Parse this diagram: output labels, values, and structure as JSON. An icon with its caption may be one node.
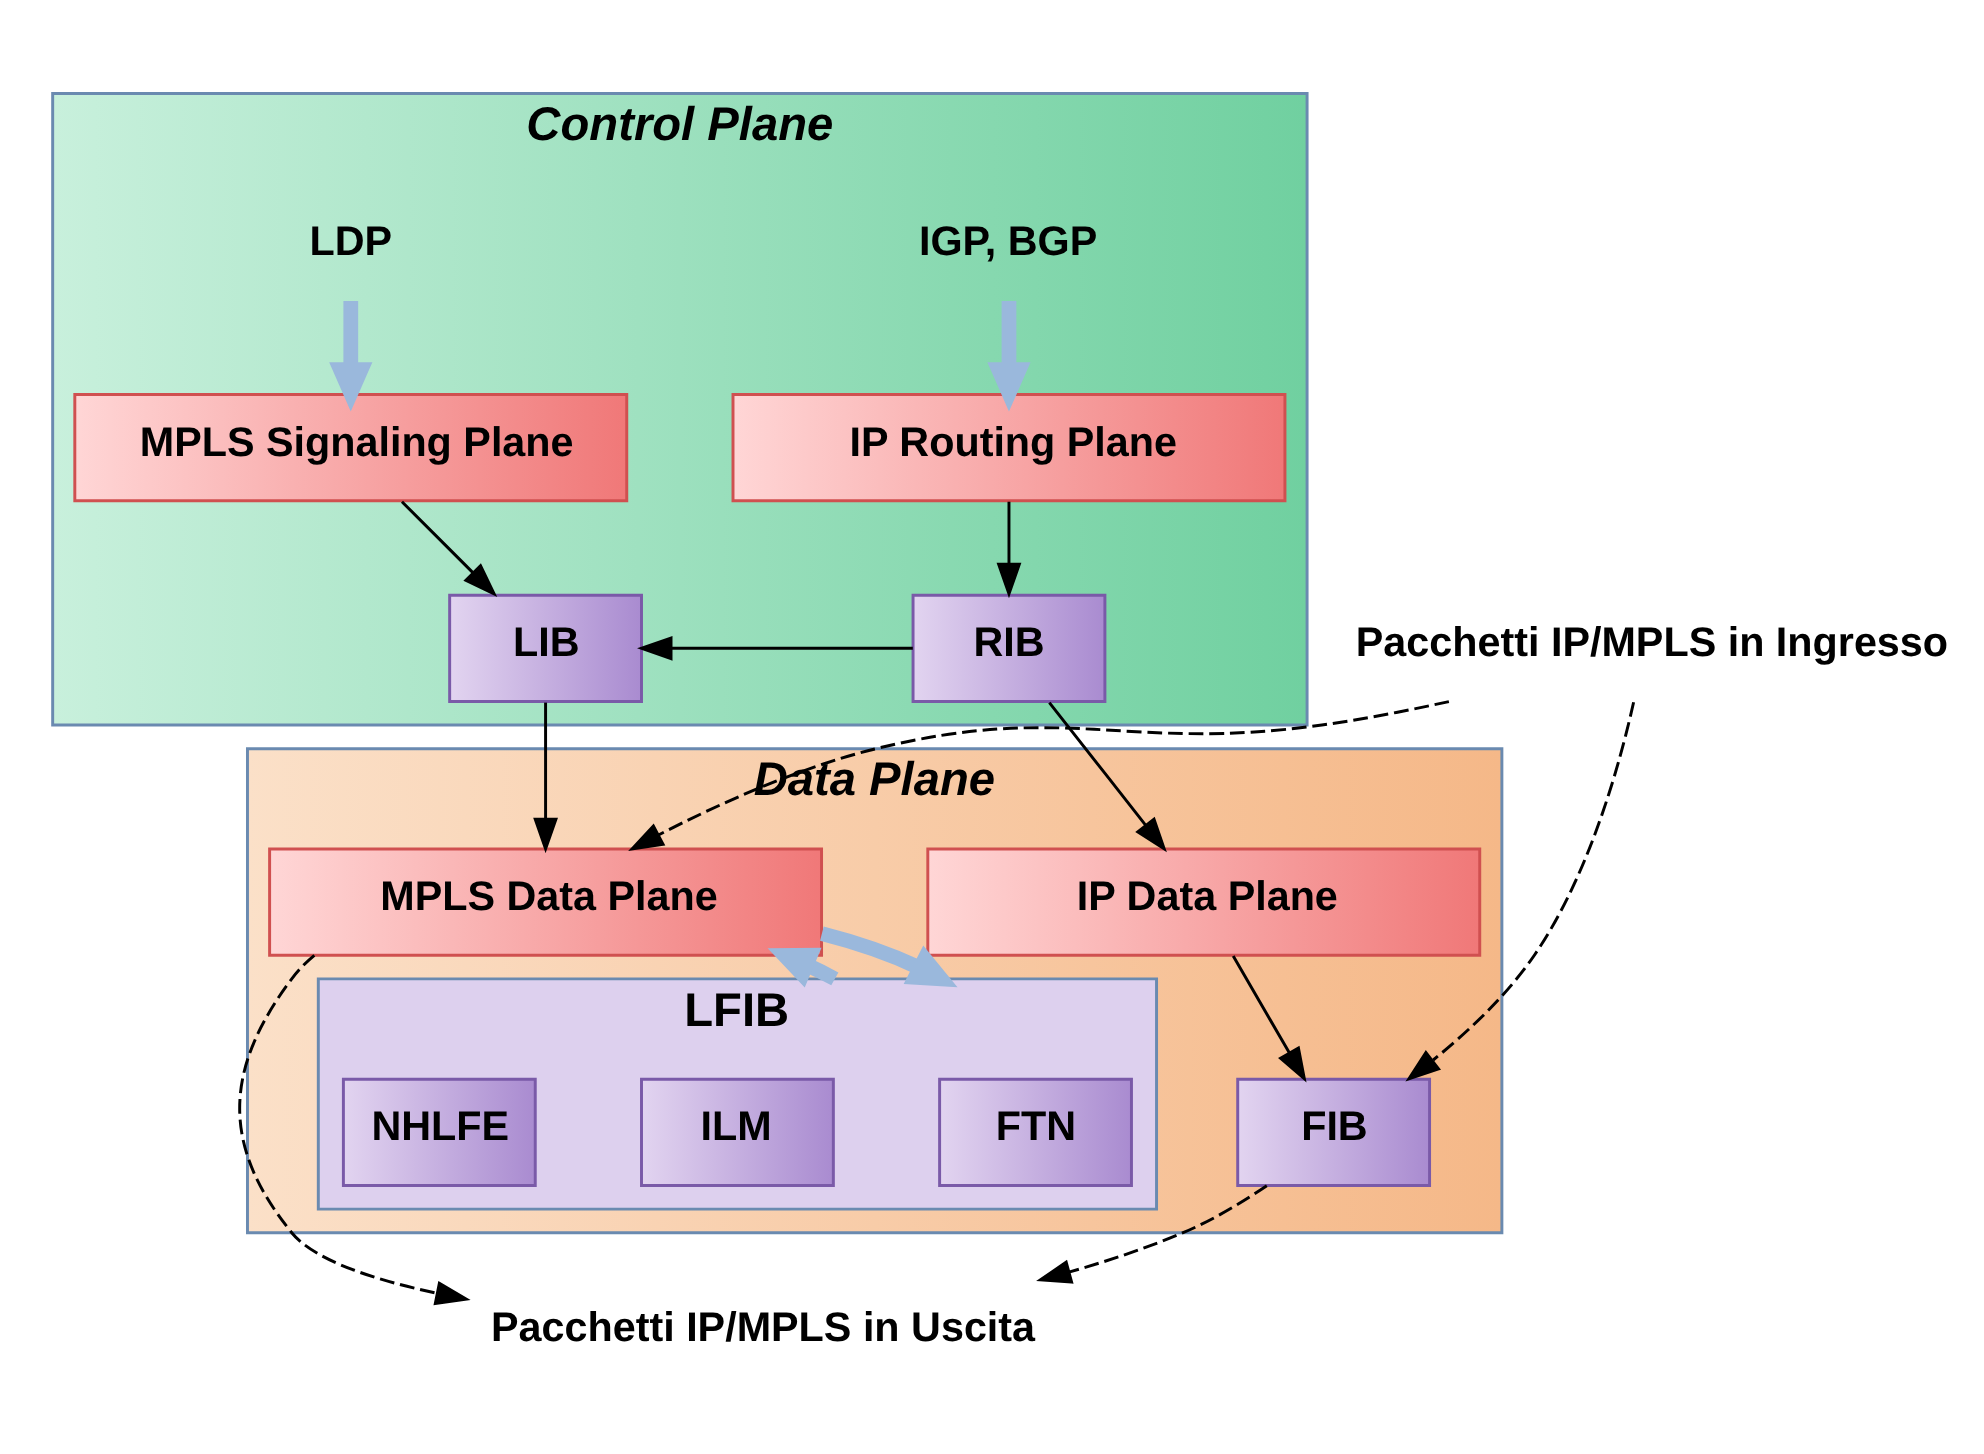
{
  "diagram": {
    "nodes": [
      {
        "text": [
          "Control Plane"
        ]
      },
      {
        "text": [
          "IGP, BGP"
        ],
        "in": 0
      },
      {
        "text": [
          "LDP"
        ],
        "in": 0
      },
      {
        "text": [
          "IP Routing Plane"
        ],
        "in": 0
      },
      {
        "text": [
          "MPLS Signaling Plane"
        ],
        "in": 0
      },
      {
        "text": [
          "RIB"
        ],
        "in": 0
      },
      {
        "text": [
          "LIB"
        ],
        "in": 0
      },
      {
        "text": [
          "Data Plane"
        ]
      },
      {
        "text": [
          "IP Data Plane"
        ],
        "in": 7
      },
      {
        "text": [
          "FIB"
        ],
        "in": 7
      },
      {
        "text": [
          "MPLS Data Plane"
        ],
        "in": 7
      },
      {
        "text": [
          "LFIB"
        ],
        "in": 7
      },
      {
        "text": [
          "FTN"
        ],
        "in": 11
      },
      {
        "text": [
          "ILM"
        ],
        "in": 11
      },
      {
        "text": [
          "NHLFE"
        ],
        "in": 11
      },
      {
        "text": [
          "Pacchetti IP/MPLS in Ingresso"
        ]
      },
      {
        "text": [
          "Pacchetti IP/MPLS in Uscita"
        ]
      }
    ],
    "edges": [
      {
        "from": 1,
        "to": 3,
        "arrow": "to",
        "style": "thick",
        "color": "#9ab8dc"
      },
      {
        "from": 2,
        "to": 4,
        "arrow": "to",
        "style": "thick",
        "color": "#9ab8dc"
      },
      {
        "from": 3,
        "to": 5,
        "arrow": "to"
      },
      {
        "from": 4,
        "to": 6,
        "arrow": "to"
      },
      {
        "from": 5,
        "to": 6,
        "arrow": "to"
      },
      {
        "from": 5,
        "to": 8,
        "arrow": "to"
      },
      {
        "from": 6,
        "to": 10,
        "arrow": "to"
      },
      {
        "from": 8,
        "to": 9,
        "arrow": "to"
      },
      {
        "from": 15,
        "to": 9,
        "arrow": "to",
        "style": "dashed"
      },
      {
        "from": 15,
        "to": 10,
        "arrow": "to",
        "style": "dashed"
      },
      {
        "from": 9,
        "to": 16,
        "arrow": "to",
        "style": "dashed"
      },
      {
        "from": 10,
        "to": 16,
        "arrow": "to",
        "style": "dashed"
      },
      {
        "from": 10,
        "to": 11,
        "arrow": "to",
        "style": "thick",
        "color": "#9ab8dc"
      },
      {
        "from": 11,
        "to": 10,
        "arrow": "to",
        "style": "thick",
        "color": "#9ab8dc"
      }
    ]
  }
}
